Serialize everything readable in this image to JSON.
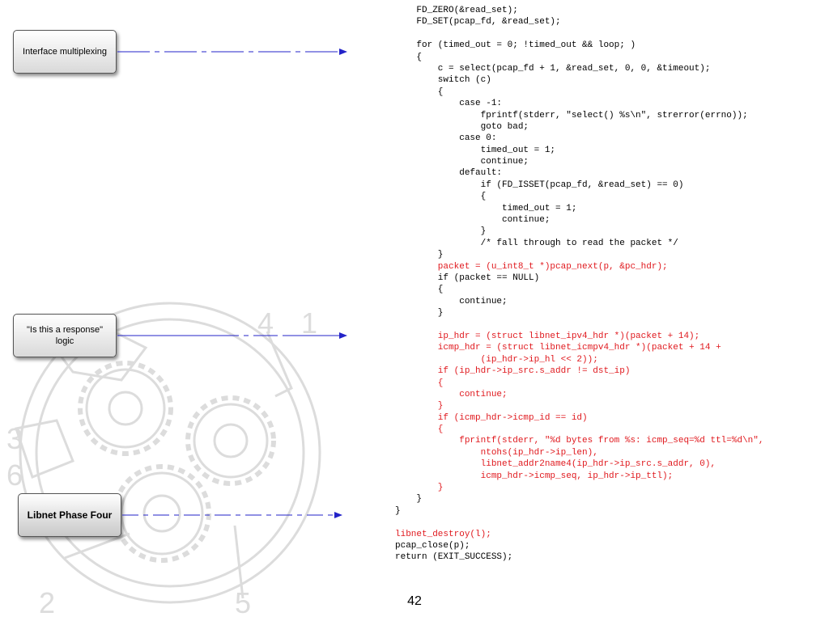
{
  "callouts": {
    "interface_multiplexing": "Interface multiplexing",
    "response_logic_line1": "\"Is this a response\"",
    "response_logic_line2": "logic",
    "libnet_phase_four": "Libnet Phase Four"
  },
  "watermark": {
    "numbers": [
      "4",
      "1",
      "3",
      "6",
      "2",
      "5"
    ]
  },
  "code": {
    "lines": [
      {
        "text": "    FD_ZERO(&read_set);",
        "hl": false
      },
      {
        "text": "    FD_SET(pcap_fd, &read_set);",
        "hl": false
      },
      {
        "text": "",
        "hl": false
      },
      {
        "text": "    for (timed_out = 0; !timed_out && loop; )",
        "hl": false
      },
      {
        "text": "    {",
        "hl": false
      },
      {
        "text": "        c = select(pcap_fd + 1, &read_set, 0, 0, &timeout);",
        "hl": false
      },
      {
        "text": "        switch (c)",
        "hl": false
      },
      {
        "text": "        {",
        "hl": false
      },
      {
        "text": "            case -1:",
        "hl": false
      },
      {
        "text": "                fprintf(stderr, \"select() %s\\n\", strerror(errno));",
        "hl": false
      },
      {
        "text": "                goto bad;",
        "hl": false
      },
      {
        "text": "            case 0:",
        "hl": false
      },
      {
        "text": "                timed_out = 1;",
        "hl": false
      },
      {
        "text": "                continue;",
        "hl": false
      },
      {
        "text": "            default:",
        "hl": false
      },
      {
        "text": "                if (FD_ISSET(pcap_fd, &read_set) == 0)",
        "hl": false
      },
      {
        "text": "                {",
        "hl": false
      },
      {
        "text": "                    timed_out = 1;",
        "hl": false
      },
      {
        "text": "                    continue;",
        "hl": false
      },
      {
        "text": "                }",
        "hl": false
      },
      {
        "text": "                /* fall through to read the packet */",
        "hl": false
      },
      {
        "text": "        }",
        "hl": false
      },
      {
        "text": "        packet = (u_int8_t *)pcap_next(p, &pc_hdr);",
        "hl": true
      },
      {
        "text": "        if (packet == NULL)",
        "hl": false
      },
      {
        "text": "        {",
        "hl": false
      },
      {
        "text": "            continue;",
        "hl": false
      },
      {
        "text": "        }",
        "hl": false
      },
      {
        "text": "",
        "hl": false
      },
      {
        "text": "        ip_hdr = (struct libnet_ipv4_hdr *)(packet + 14);",
        "hl": true
      },
      {
        "text": "        icmp_hdr = (struct libnet_icmpv4_hdr *)(packet + 14 +",
        "hl": true
      },
      {
        "text": "                (ip_hdr->ip_hl << 2));",
        "hl": true
      },
      {
        "text": "        if (ip_hdr->ip_src.s_addr != dst_ip)",
        "hl": true
      },
      {
        "text": "        {",
        "hl": true
      },
      {
        "text": "            continue;",
        "hl": true
      },
      {
        "text": "        }",
        "hl": true
      },
      {
        "text": "        if (icmp_hdr->icmp_id == id)",
        "hl": true
      },
      {
        "text": "        {",
        "hl": true
      },
      {
        "text": "            fprintf(stderr, \"%d bytes from %s: icmp_seq=%d ttl=%d\\n\",",
        "hl": true
      },
      {
        "text": "                ntohs(ip_hdr->ip_len),",
        "hl": true
      },
      {
        "text": "                libnet_addr2name4(ip_hdr->ip_src.s_addr, 0),",
        "hl": true
      },
      {
        "text": "                icmp_hdr->icmp_seq, ip_hdr->ip_ttl);",
        "hl": true
      },
      {
        "text": "        }",
        "hl": true
      },
      {
        "text": "    }",
        "hl": false
      },
      {
        "text": "}",
        "hl": false
      },
      {
        "text": "",
        "hl": false
      },
      {
        "text": "libnet_destroy(l);",
        "hl": true
      },
      {
        "text": "pcap_close(p);",
        "hl": false
      },
      {
        "text": "return (EXIT_SUCCESS);",
        "hl": false
      }
    ]
  },
  "page_number": "42",
  "colors": {
    "highlight": "#e0191e",
    "arrow": "#2323c8",
    "watermark": "#d9d9d9"
  }
}
